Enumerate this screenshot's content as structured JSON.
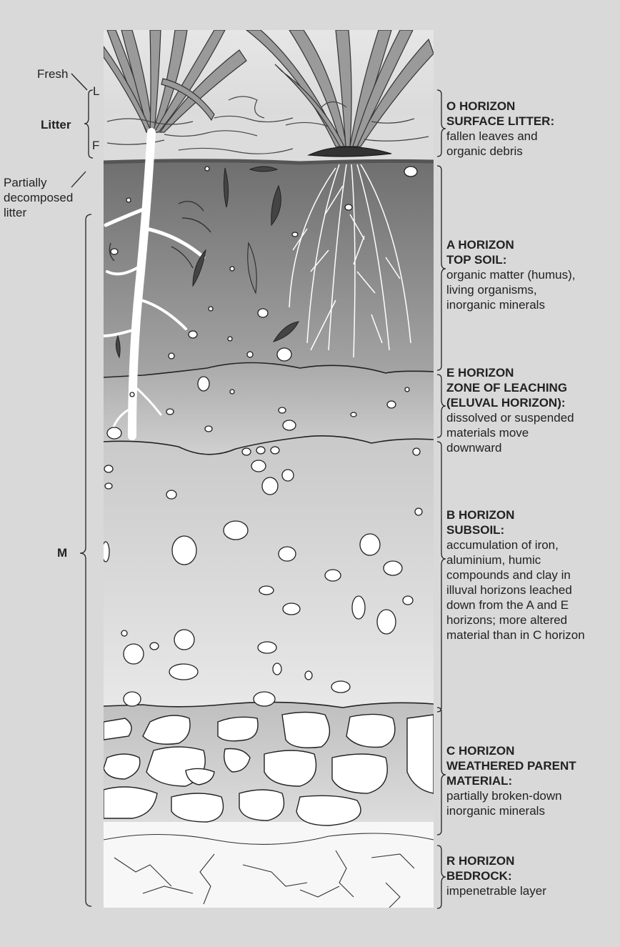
{
  "left_labels": {
    "fresh": "Fresh",
    "litter": "Litter",
    "l": "L",
    "f": "F",
    "partially": "Partially",
    "decomposed": "decomposed",
    "litter2": "litter",
    "m": "M"
  },
  "horizons": [
    {
      "title": "O HORIZON",
      "subtitle": "SURFACE LITTER:",
      "desc": [
        "fallen leaves and",
        "organic debris"
      ]
    },
    {
      "title": "A HORIZON",
      "subtitle": "TOP SOIL:",
      "desc": [
        "organic matter (humus),",
        "living organisms,",
        "inorganic minerals"
      ]
    },
    {
      "title": "E HORIZON",
      "subtitle": "ZONE OF LEACHING",
      "subtitle2": "(ELUVAL HORIZON):",
      "desc": [
        "dissolved or suspended",
        "materials move",
        "downward"
      ]
    },
    {
      "title": "B HORIZON",
      "subtitle": "SUBSOIL:",
      "desc": [
        "accumulation of iron,",
        "aluminium, humic",
        "compounds and clay in",
        "illuval horizons leached",
        "down from the A and E",
        "horizons; more altered",
        "material than in C horizon"
      ]
    },
    {
      "title": "C HORIZON",
      "subtitle": "WEATHERED PARENT",
      "subtitle2": "MATERIAL:",
      "desc": [
        "partially broken-down",
        "inorganic minerals"
      ]
    },
    {
      "title": "R HORIZON",
      "subtitle": "BEDROCK:",
      "desc": [
        "impenetrable layer"
      ]
    }
  ]
}
